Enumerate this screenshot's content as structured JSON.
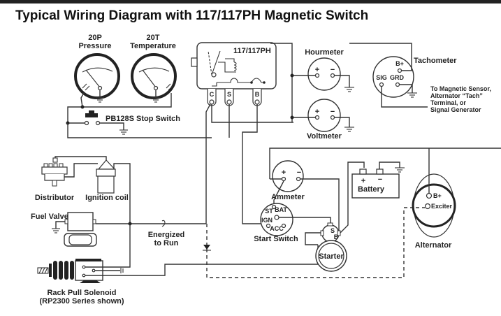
{
  "title": "Typical Wiring Diagram with 117/117PH Magnetic Switch",
  "components": {
    "pressure_gauge": {
      "model": "20P",
      "name": "Pressure"
    },
    "temperature_gauge": {
      "model": "20T",
      "name": "Temperature"
    },
    "stop_switch": {
      "label": "PB128S Stop Switch"
    },
    "magnetic_switch": {
      "label": "117/117PH",
      "terminals": [
        "C",
        "S",
        "B"
      ]
    },
    "hourmeter": {
      "label": "Hourmeter",
      "plus": "+",
      "minus": "−"
    },
    "voltmeter": {
      "label": "Voltmeter",
      "plus": "+",
      "minus": "−"
    },
    "tachometer": {
      "label": "Tachometer",
      "terminals": [
        "B+",
        "SIG",
        "GRD"
      ]
    },
    "tach_note": [
      "To Magnetic Sensor,",
      "Alternator “Tach”",
      "Terminal, or",
      "Signal Generator"
    ],
    "distributor": {
      "label": "Distributor"
    },
    "ignition_coil": {
      "label": "Ignition coil"
    },
    "fuel_valve": {
      "label": "Fuel Valve"
    },
    "energized": {
      "line1": "Energized",
      "line2": "to Run"
    },
    "rack_pull": {
      "line1": "Rack Pull Solenoid",
      "line2": "(RP2300 Series shown)"
    },
    "ammeter": {
      "label": "Ammeter",
      "plus": "+",
      "minus": "−"
    },
    "battery": {
      "label": "Battery",
      "plus": "+",
      "minus": "−"
    },
    "start_switch": {
      "label": "Start Switch",
      "terminals": [
        "ST",
        "BAT",
        "IGN",
        "ACC"
      ]
    },
    "starter": {
      "label": "Starter",
      "terminals": [
        "S",
        "B"
      ]
    },
    "alternator": {
      "label": "Alternator",
      "terminals": [
        "B+",
        "Exciter"
      ]
    }
  }
}
